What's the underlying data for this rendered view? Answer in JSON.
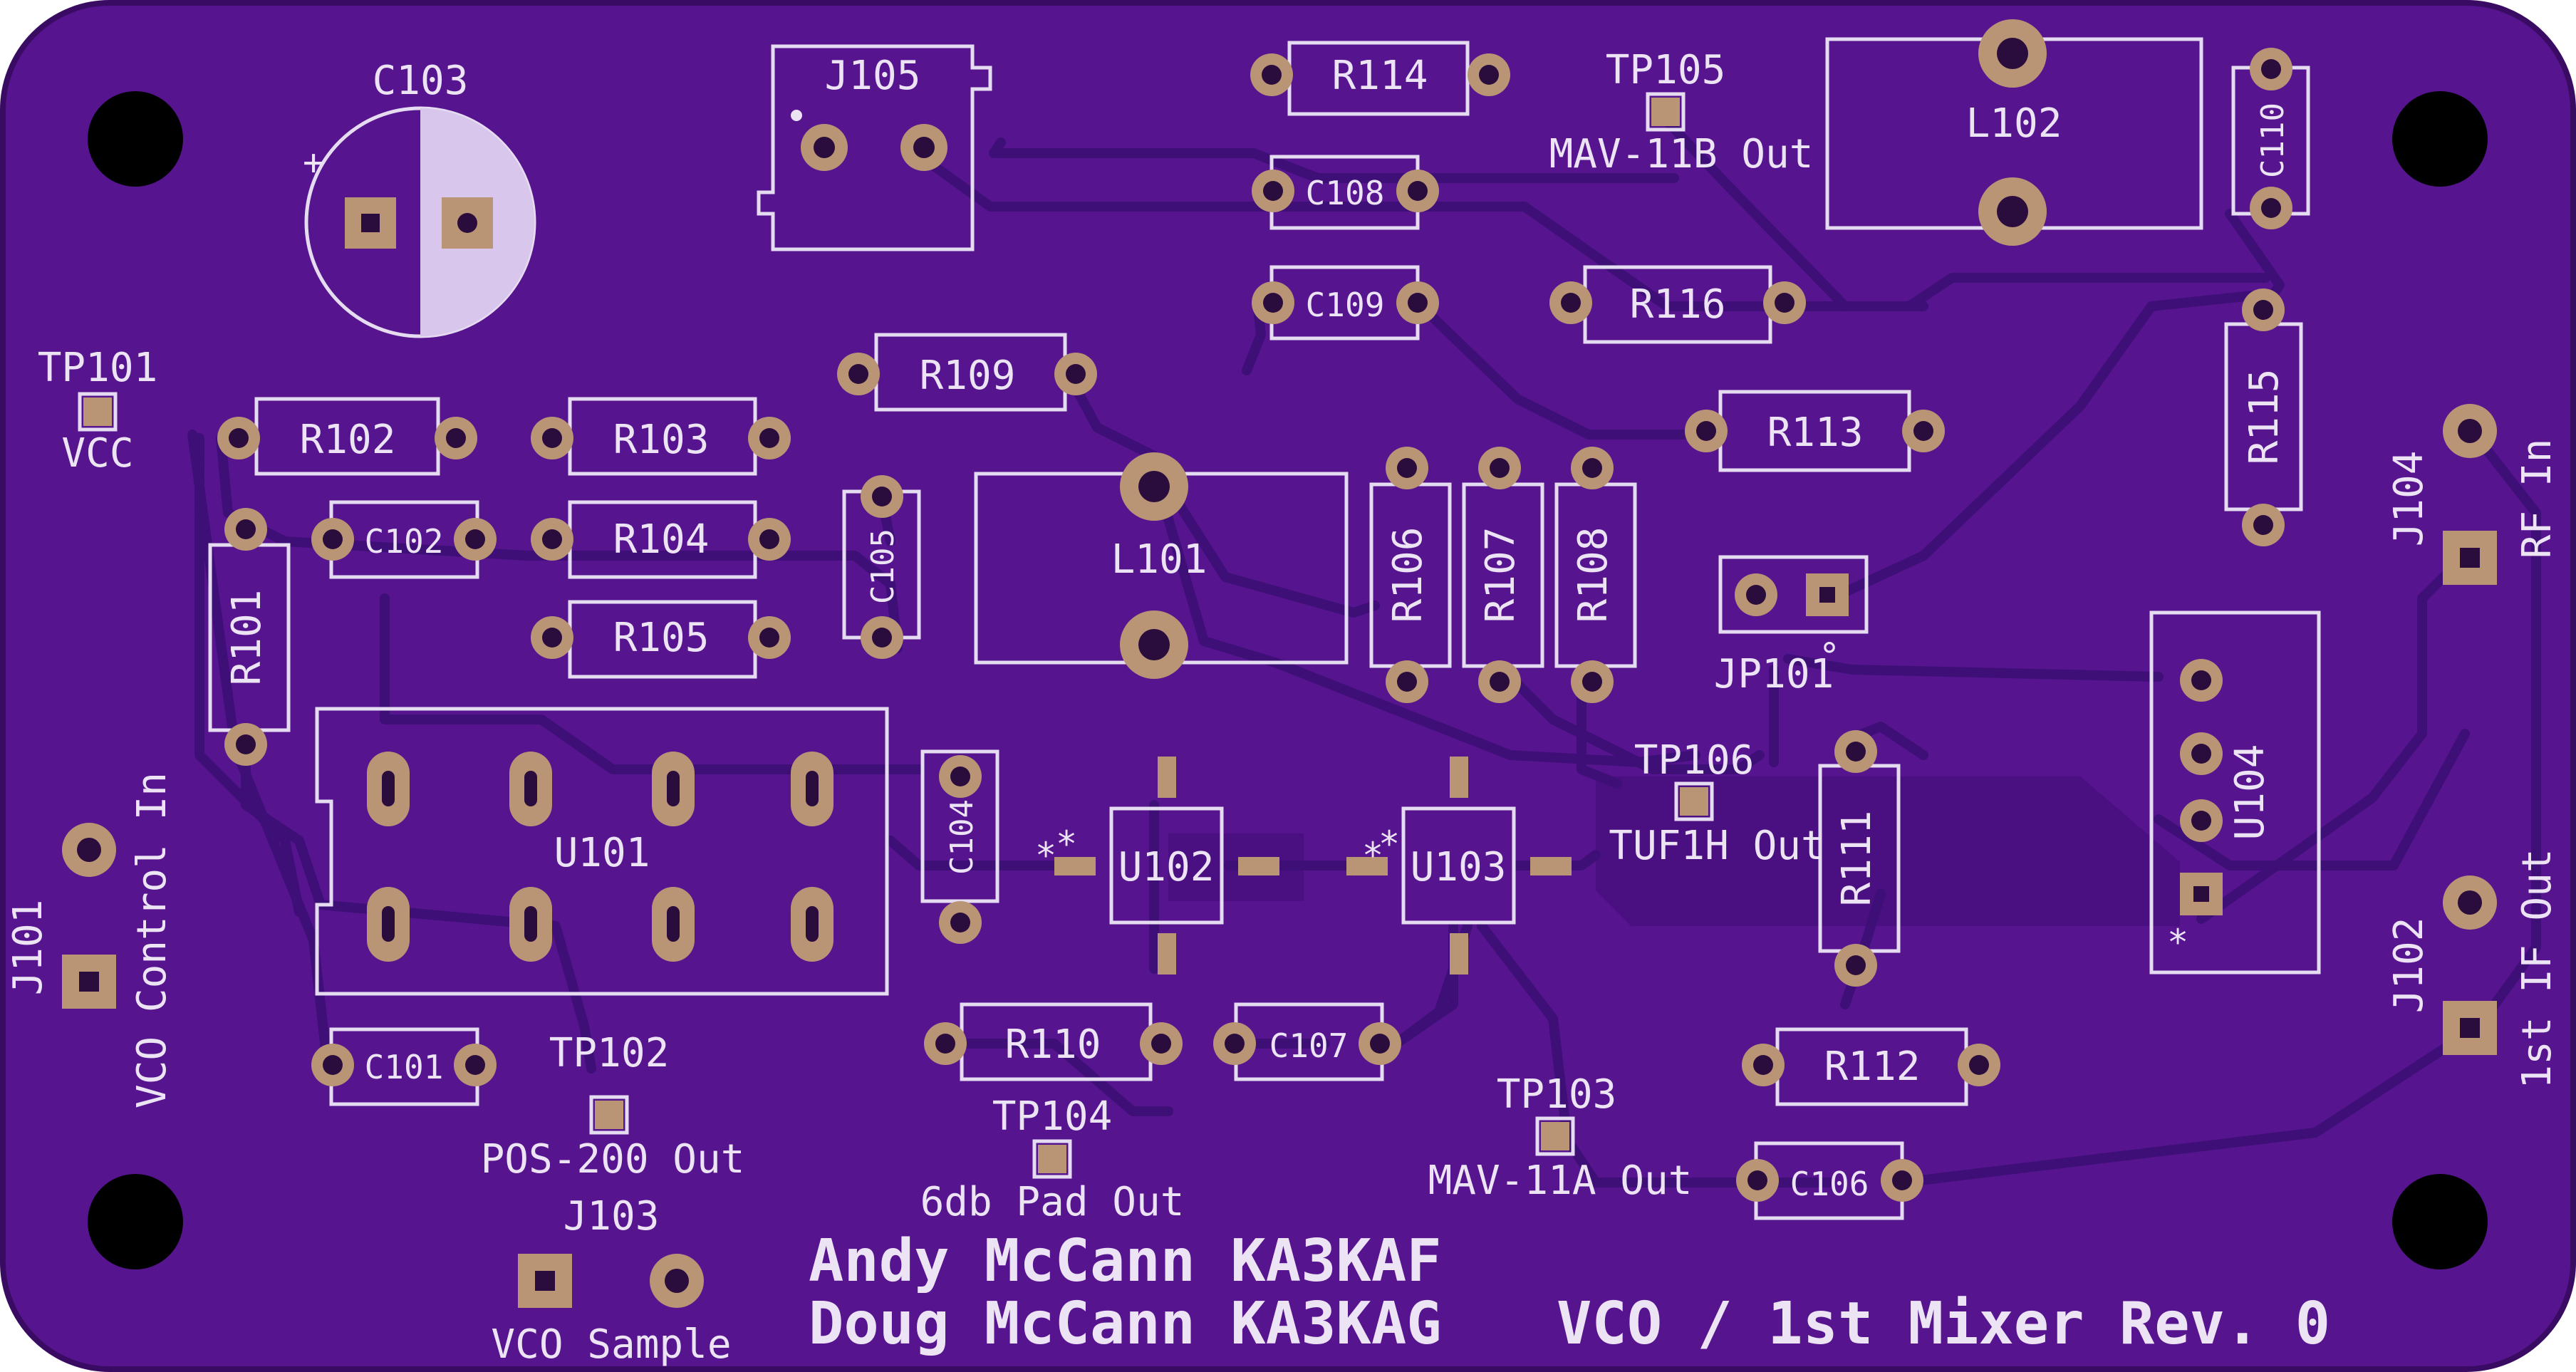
{
  "board": {
    "credit_line_1": "Andy McCann KA3KAF",
    "credit_line_2": "Doug McCann KA3KAG",
    "board_title": "VCO / 1st Mixer Rev. 0",
    "colors": {
      "board": "#56148f",
      "edge": "#3a0b63",
      "silkscreen": "#ece3f5",
      "pad": "#b99576",
      "copper_pour": "#4a0f80"
    }
  },
  "labels": {
    "C103": "C103",
    "J105": "J105",
    "R114": "R114",
    "TP105": "TP105",
    "MAV11B": "MAV-11B Out",
    "L102": "L102",
    "C110": "C110",
    "C108": "C108",
    "C109": "C109",
    "R116": "R116",
    "R109": "R109",
    "TP101": "TP101",
    "VCC": "VCC",
    "R102": "R102",
    "R103": "R103",
    "R113": "R113",
    "R115": "R115",
    "J104": "J104",
    "RFIN": "RF In",
    "C102": "C102",
    "R104": "R104",
    "R101": "R101",
    "C105": "C105",
    "L101": "L101",
    "R106": "R106",
    "R107": "R107",
    "R108": "R108",
    "JP101": "JP101",
    "R105": "R105",
    "U104": "U104",
    "TP106": "TP106",
    "TUF1H": "TUF1H Out",
    "U101": "U101",
    "C104": "C104",
    "U102": "U102",
    "U103": "U103",
    "R111": "R111",
    "J101": "J101",
    "VCOCTL": "VCO Control In",
    "J102": "J102",
    "IFOUT": "1st IF Out",
    "C101": "C101",
    "TP102": "TP102",
    "R110": "R110",
    "C107": "C107",
    "R112": "R112",
    "POS200": "POS-200 Out",
    "TP104": "TP104",
    "TP103": "TP103",
    "PAD6": "6db Pad Out",
    "MAV11A": "MAV-11A Out",
    "C106": "C106",
    "J103": "J103",
    "VCOSAMPLE": "VCO Sample",
    "plus": "+",
    "star": "*",
    "degree": "°"
  }
}
